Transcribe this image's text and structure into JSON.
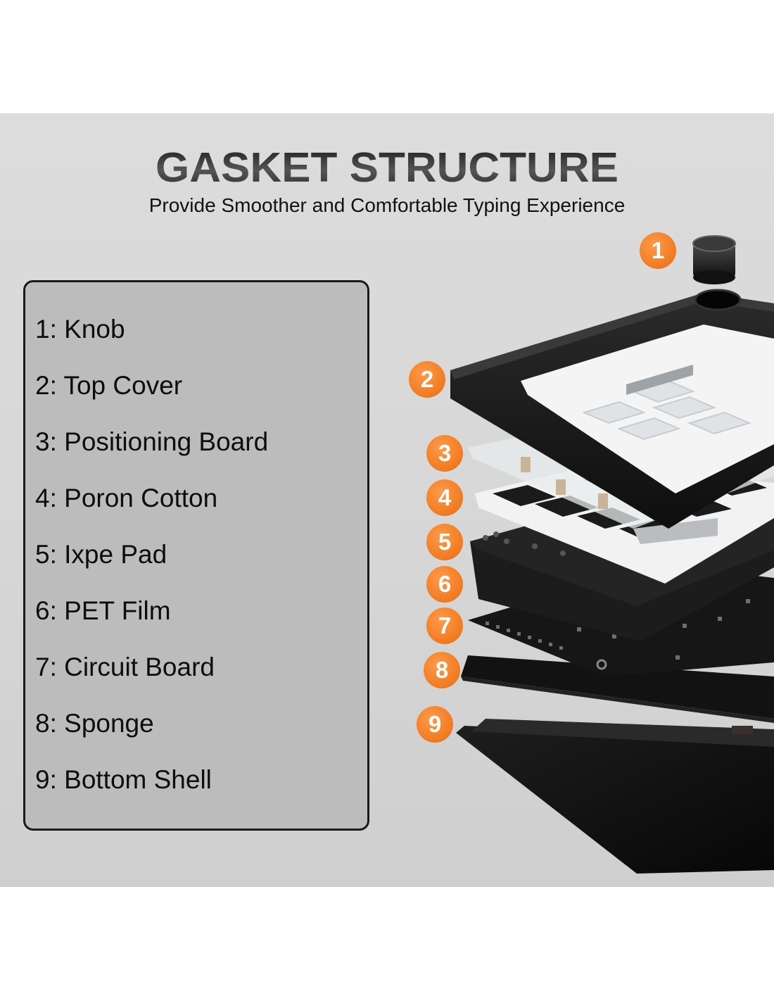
{
  "header": {
    "title": "GASKET STRUCTURE",
    "subtitle": "Provide Smoother and Comfortable Typing Experience"
  },
  "legend": {
    "items": [
      {
        "label": "1: Knob"
      },
      {
        "label": "2: Top Cover"
      },
      {
        "label": "3: Positioning Board"
      },
      {
        "label": "4: Poron Cotton"
      },
      {
        "label": "5: Ixpe Pad"
      },
      {
        "label": "6: PET Film"
      },
      {
        "label": "7: Circuit Board"
      },
      {
        "label": "8: Sponge"
      },
      {
        "label": "9: Bottom Shell"
      }
    ]
  },
  "badges": [
    "1",
    "2",
    "3",
    "4",
    "5",
    "6",
    "7",
    "8",
    "9"
  ],
  "colors": {
    "badge": "#f07a1f",
    "panel": "#d8d8d8",
    "legend_box": "#bdbcbd"
  }
}
